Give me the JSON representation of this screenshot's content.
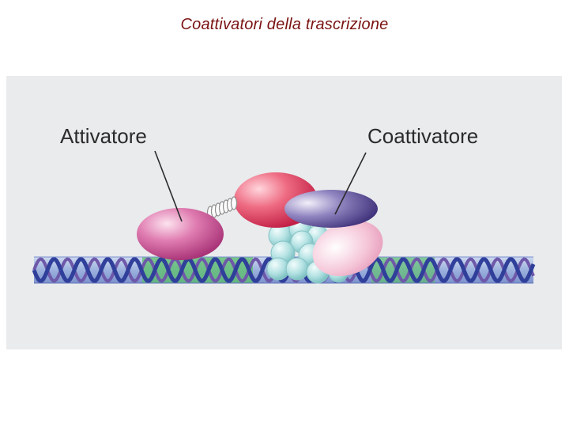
{
  "title": "Coattivatori della trascrizione",
  "labels": {
    "activator": "Attivatore",
    "coactivator": "Coattivatore"
  },
  "colors": {
    "title": "#7a1212",
    "panel_background": "#e9ebed",
    "dna_strand_blue": "#3d4ea8",
    "dna_strand_purple": "#7d5fb5",
    "dna_enhancer_green": "#3fae4b",
    "activator": "#c0438e",
    "mediator_red": "#d9345a",
    "coactivator": "#5a4b93",
    "pink_factor": "#f1b3cb",
    "transcription_complex": "#a8dadb"
  }
}
